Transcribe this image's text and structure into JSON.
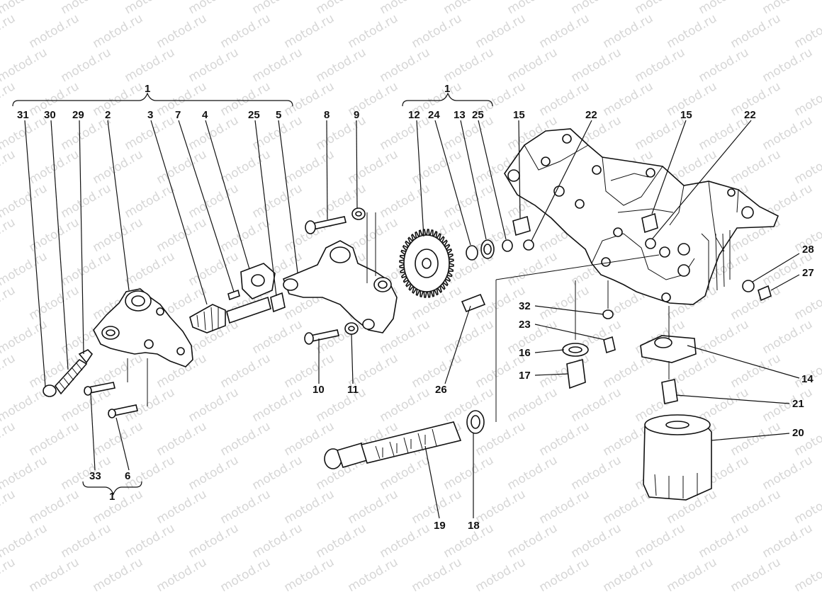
{
  "watermark": "motod.ru",
  "group_labels": {
    "g1": "1",
    "g2": "1",
    "g3": "1"
  },
  "callouts": {
    "c31": "31",
    "c30": "30",
    "c29": "29",
    "c2": "2",
    "c3": "3",
    "c7": "7",
    "c4": "4",
    "c25a": "25",
    "c5": "5",
    "c8": "8",
    "c9": "9",
    "c12": "12",
    "c24": "24",
    "c13": "13",
    "c25b": "25",
    "c15a": "15",
    "c22a": "22",
    "c15b": "15",
    "c22b": "22",
    "c28": "28",
    "c27": "27",
    "c32": "32",
    "c23": "23",
    "c16": "16",
    "c17": "17",
    "c14": "14",
    "c21": "21",
    "c20": "20",
    "c26": "26",
    "c10": "10",
    "c11": "11",
    "c19": "19",
    "c18": "18",
    "c33": "33",
    "c6": "6"
  }
}
